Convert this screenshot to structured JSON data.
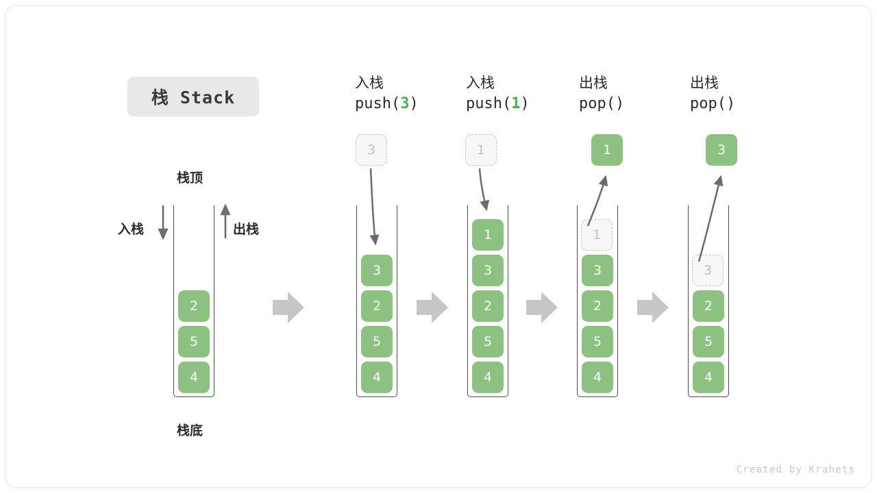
{
  "figure": {
    "title_chip": "栈 Stack",
    "watermark": "Created by Krahets",
    "accent_green": "#8cc182",
    "ghost_gray": "#c0c0c0",
    "arrow_gray": "#6b6b6b",
    "separator_gray": "#c6c6c6",
    "chip_bg": "#e8e8e8"
  },
  "base_stack": {
    "top_label": "栈顶",
    "bottom_label": "栈底",
    "push_label": "入栈",
    "pop_label": "出栈",
    "items": [
      "2",
      "5",
      "4"
    ]
  },
  "steps": [
    {
      "id": "push-3",
      "cn_title": "入栈",
      "code_prefix": "push(",
      "code_arg": "3",
      "code_suffix": ")",
      "incoming": {
        "value": "3",
        "state": "ghost"
      },
      "items": [
        {
          "value": "3",
          "state": "filled"
        },
        {
          "value": "2",
          "state": "filled"
        },
        {
          "value": "5",
          "state": "filled"
        },
        {
          "value": "4",
          "state": "filled"
        }
      ],
      "outgoing": null
    },
    {
      "id": "push-1",
      "cn_title": "入栈",
      "code_prefix": "push(",
      "code_arg": "1",
      "code_suffix": ")",
      "incoming": {
        "value": "1",
        "state": "ghost"
      },
      "items": [
        {
          "value": "1",
          "state": "filled"
        },
        {
          "value": "3",
          "state": "filled"
        },
        {
          "value": "2",
          "state": "filled"
        },
        {
          "value": "5",
          "state": "filled"
        },
        {
          "value": "4",
          "state": "filled"
        }
      ],
      "outgoing": null
    },
    {
      "id": "pop-1",
      "cn_title": "出栈",
      "code_prefix": "pop(",
      "code_arg": "",
      "code_suffix": ")",
      "incoming": null,
      "outgoing": {
        "value": "1",
        "state": "filled"
      },
      "items": [
        {
          "value": "1",
          "state": "ghost"
        },
        {
          "value": "3",
          "state": "filled"
        },
        {
          "value": "2",
          "state": "filled"
        },
        {
          "value": "5",
          "state": "filled"
        },
        {
          "value": "4",
          "state": "filled"
        }
      ]
    },
    {
      "id": "pop-2",
      "cn_title": "出栈",
      "code_prefix": "pop(",
      "code_arg": "",
      "code_suffix": ")",
      "incoming": null,
      "outgoing": {
        "value": "3",
        "state": "filled"
      },
      "items": [
        {
          "value": "3",
          "state": "ghost"
        },
        {
          "value": "2",
          "state": "filled"
        },
        {
          "value": "5",
          "state": "filled"
        },
        {
          "value": "4",
          "state": "filled"
        }
      ]
    }
  ]
}
